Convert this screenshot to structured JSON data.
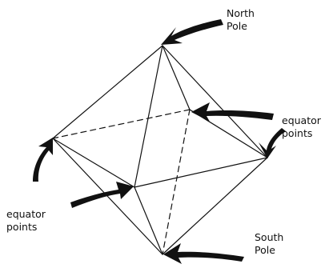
{
  "labels": {
    "north_pole": [
      "North",
      "Pole"
    ],
    "south_pole": [
      "South",
      "Pole"
    ],
    "equator_left": [
      "equator",
      "points"
    ],
    "equator_right": [
      "equator",
      "points"
    ]
  },
  "colors": {
    "ink": "#111111",
    "background": "#ffffff"
  }
}
